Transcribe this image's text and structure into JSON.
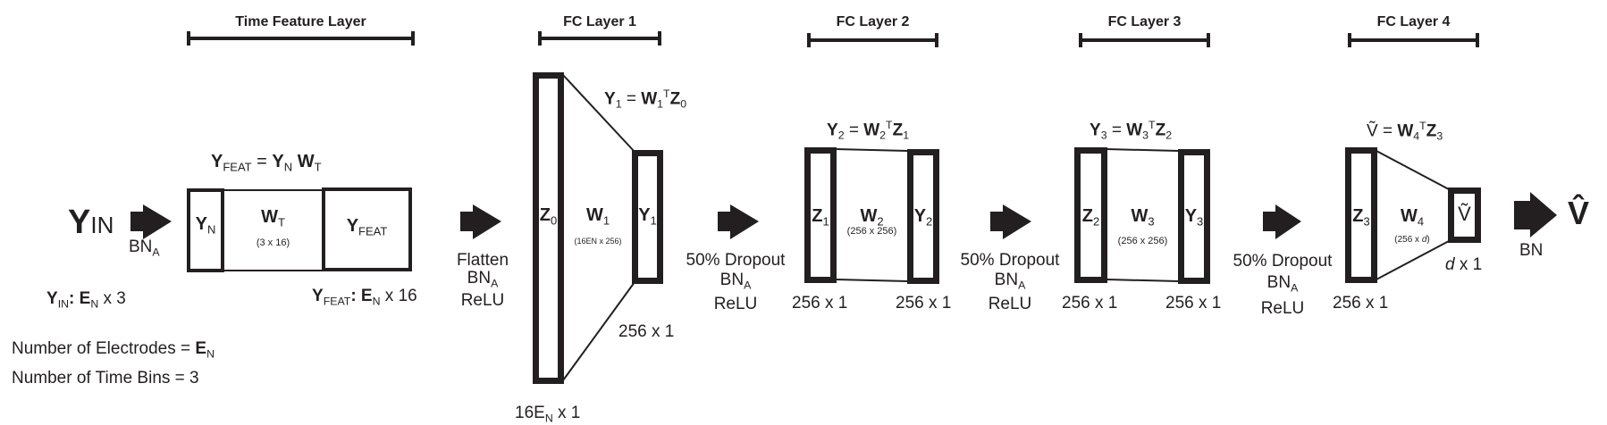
{
  "layers": {
    "time_feature": "Time Feature Layer",
    "fc1": "FC Layer 1",
    "fc2": "FC Layer 2",
    "fc3": "FC Layer 3",
    "fc4": "FC Layer 4"
  },
  "input": {
    "symbol": "Y",
    "symbol_sub": "IN",
    "arrow_label": "BN",
    "arrow_label_sub": "A",
    "dims_symbol": "Y",
    "dims_symbol_sub": "IN",
    "dims_colon": ":",
    "dims_e": "E",
    "dims_e_sub": "N",
    "dims_rest": " x 3"
  },
  "time_feature": {
    "equation": {
      "lhs": "Y",
      "lhs_sub": "FEAT",
      "eq": " = ",
      "a": "Y",
      "a_sub": "N",
      "b": " W",
      "b_sub": "T"
    },
    "yn": {
      "sym": "Y",
      "sub": "N"
    },
    "wt": {
      "sym": "W",
      "sub": "T",
      "size": "(3 x 16)"
    },
    "yfeat": {
      "sym": "Y",
      "sub": "FEAT"
    },
    "dims": {
      "sym": "Y",
      "sub": "FEAT",
      "colon": ":",
      "e": " E",
      "e_sub": "N",
      "rest": " x 16"
    }
  },
  "notes": {
    "electrodes_text": "Number of Electrodes = ",
    "electrodes_sym": "E",
    "electrodes_sub": "N",
    "time_bins": "Number of Time Bins = 3"
  },
  "transitions": {
    "t1": [
      "Flatten",
      "BN",
      "A",
      "ReLU"
    ],
    "t2": [
      "50% Dropout",
      "BN",
      "A",
      "ReLU"
    ],
    "t3": [
      "50% Dropout",
      "BN",
      "A",
      "ReLU"
    ],
    "t4": [
      "50% Dropout",
      "BN",
      "A",
      "ReLU"
    ],
    "final": "BN"
  },
  "fc1": {
    "eq": {
      "y": "Y",
      "y_sub": "1",
      "eq": " = ",
      "w": "W",
      "w_sub": "1",
      "t": "T",
      "z": "Z",
      "z_sub": "0"
    },
    "in": {
      "sym": "Z",
      "sub": "0",
      "dims_a": "16E",
      "dims_sub": "N",
      "dims_b": " x 1"
    },
    "w": {
      "sym": "W",
      "sub": "1",
      "size": "(16EN x 256)"
    },
    "out": {
      "sym": "Y",
      "sub": "1",
      "dims": "256 x 1"
    }
  },
  "fc2": {
    "eq": {
      "y": "Y",
      "y_sub": "2",
      "eq": " = ",
      "w": "W",
      "w_sub": "2",
      "t": "T",
      "z": "Z",
      "z_sub": "1"
    },
    "in": {
      "sym": "Z",
      "sub": "1",
      "dims": "256 x 1"
    },
    "w": {
      "sym": "W",
      "sub": "2",
      "size": "(256 x 256)"
    },
    "out": {
      "sym": "Y",
      "sub": "2",
      "dims": "256 x 1"
    }
  },
  "fc3": {
    "eq": {
      "y": "Y",
      "y_sub": "3",
      "eq": " = ",
      "w": "W",
      "w_sub": "3",
      "t": "T",
      "z": "Z",
      "z_sub": "2"
    },
    "in": {
      "sym": "Z",
      "sub": "2",
      "dims": "256 x 1"
    },
    "w": {
      "sym": "W",
      "sub": "3",
      "size": "(256 x 256)"
    },
    "out": {
      "sym": "Y",
      "sub": "3",
      "dims": "256 x 1"
    }
  },
  "fc4": {
    "eq": {
      "y": "Ṽ",
      "eq": " = ",
      "w": "W",
      "w_sub": "4",
      "t": "T",
      "z": "Z",
      "z_sub": "3"
    },
    "in": {
      "sym": "Z",
      "sub": "3",
      "dims": "256 x 1"
    },
    "w": {
      "sym": "W",
      "sub": "4",
      "size_a": "(256 x ",
      "size_d": "d",
      "size_b": ")"
    },
    "out": {
      "sym": "Ṽ",
      "dims_d": "d",
      "dims_rest": " x 1"
    }
  },
  "output": {
    "symbol": "V̂"
  }
}
